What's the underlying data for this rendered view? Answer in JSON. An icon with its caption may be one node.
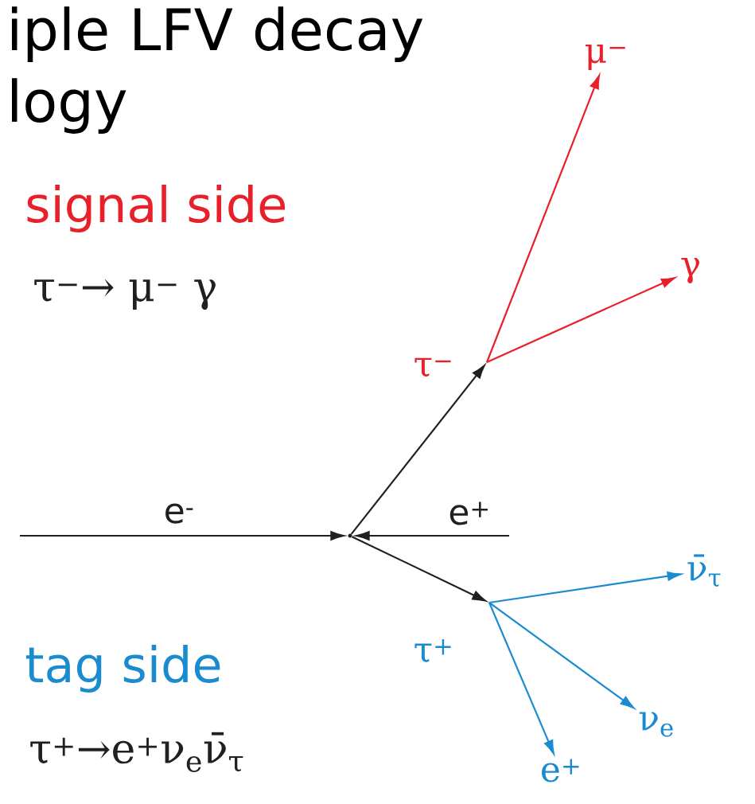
{
  "diagram": {
    "title": "iple LFV decay logy",
    "nodes": [
      {
        "text": [],
        "shape": "point"
      },
      {
        "text": [
          "τ$^{−}$"
        ]
      },
      {
        "text": [
          "μ$^{−}$"
        ]
      },
      {
        "text": [
          "γ"
        ]
      },
      {
        "text": [
          "τ$^{+}$"
        ]
      },
      {
        "text": [
          "ν̄$_{τ}$"
        ]
      },
      {
        "text": [
          "ν$_{e}$"
        ]
      },
      {
        "text": [
          "e$^{+}$"
        ]
      }
    ],
    "edges": [
      {
        "from": null,
        "to": 0,
        "arrow": "to",
        "label": "e$^{-}$"
      },
      {
        "from": null,
        "to": 0,
        "arrow": "to",
        "label": "e$^{+}$"
      },
      {
        "from": 0,
        "to": 1,
        "arrow": "to"
      },
      {
        "from": 0,
        "to": 4,
        "arrow": "to"
      },
      {
        "from": 1,
        "to": 2,
        "arrow": "to",
        "color": "#e8202a"
      },
      {
        "from": 1,
        "to": 3,
        "arrow": "to",
        "color": "#e8202a"
      },
      {
        "from": 4,
        "to": 5,
        "arrow": "to",
        "color": "#1b8bd0"
      },
      {
        "from": 4,
        "to": 6,
        "arrow": "to",
        "color": "#1b8bd0"
      },
      {
        "from": 4,
        "to": 7,
        "arrow": "to",
        "color": "#1b8bd0"
      }
    ],
    "labels": [
      "signal side",
      "τ$^{−}$→ μ$^{−}$ γ",
      "tag side",
      "τ$^{+}$→e$^{+}$ν$_{e}$ν̄$_{τ}$"
    ]
  }
}
